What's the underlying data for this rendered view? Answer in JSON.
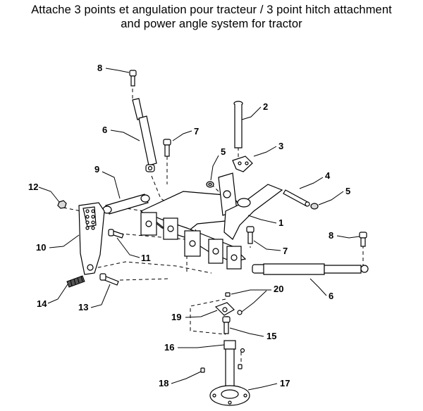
{
  "title": {
    "line1": "Attache 3 points et angulation pour tracteur  /  3 point hitch attachment",
    "line2": "and power angle system for tractor"
  },
  "callouts": [
    {
      "id": "c8a",
      "text": "8"
    },
    {
      "id": "c2",
      "text": "2"
    },
    {
      "id": "c6a",
      "text": "6"
    },
    {
      "id": "c7a",
      "text": "7"
    },
    {
      "id": "c3",
      "text": "3"
    },
    {
      "id": "c5a",
      "text": "5"
    },
    {
      "id": "c9",
      "text": "9"
    },
    {
      "id": "c4",
      "text": "4"
    },
    {
      "id": "c12",
      "text": "12"
    },
    {
      "id": "c5b",
      "text": "5"
    },
    {
      "id": "c1",
      "text": "1"
    },
    {
      "id": "c8b",
      "text": "8"
    },
    {
      "id": "c10",
      "text": "10"
    },
    {
      "id": "c11",
      "text": "11"
    },
    {
      "id": "c7b",
      "text": "7"
    },
    {
      "id": "c14",
      "text": "14"
    },
    {
      "id": "c13",
      "text": "13"
    },
    {
      "id": "c20",
      "text": "20"
    },
    {
      "id": "c6b",
      "text": "6"
    },
    {
      "id": "c19",
      "text": "19"
    },
    {
      "id": "c15",
      "text": "15"
    },
    {
      "id": "c16",
      "text": "16"
    },
    {
      "id": "c18",
      "text": "18"
    },
    {
      "id": "c17",
      "text": "17"
    }
  ]
}
